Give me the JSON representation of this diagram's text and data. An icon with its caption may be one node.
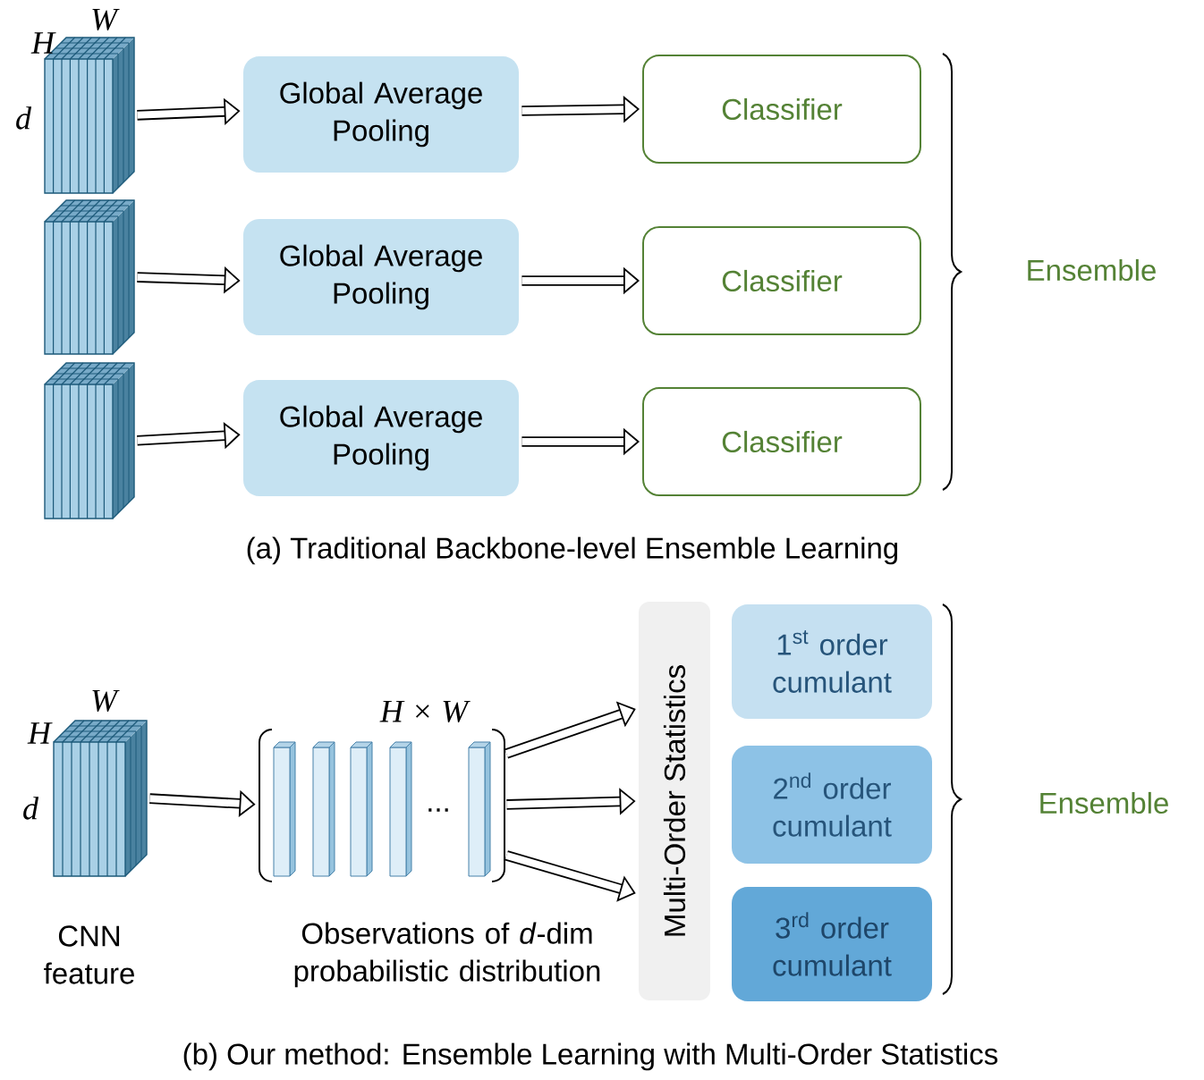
{
  "diagram": {
    "nodes": [
      {
        "text": [],
        "shape": "picture",
        "beside": [
          "W",
          "H",
          "d"
        ]
      },
      {
        "text": [
          "Global Average Pooling"
        ]
      },
      {
        "text": [
          "Classifier"
        ]
      },
      {
        "text": [],
        "shape": "picture"
      },
      {
        "text": [
          "Global Average Pooling"
        ]
      },
      {
        "text": [
          "Classifier"
        ]
      },
      {
        "text": [],
        "shape": "picture"
      },
      {
        "text": [
          "Global Average Pooling"
        ]
      },
      {
        "text": [
          "Classifier"
        ]
      },
      {
        "text": [],
        "shape": "picture",
        "beside": [
          "W",
          "H",
          "d",
          "CNN feature"
        ]
      },
      {
        "text": [
          "..."
        ],
        "beside": [
          "H × W",
          "Observations of *d*-dim probabilistic distribution"
        ]
      },
      {
        "text": [
          "Multi-Order Statistics"
        ]
      },
      {
        "text": [
          "1$^{st}$ order cumulant"
        ]
      },
      {
        "text": [
          "2$^{nd}$ order cumulant"
        ]
      },
      {
        "text": [
          "3$^{rd}$ order cumulant"
        ]
      }
    ],
    "edges": [
      {
        "from": 0,
        "to": 1,
        "arrow": "to"
      },
      {
        "from": 1,
        "to": 2,
        "arrow": "to"
      },
      {
        "from": 3,
        "to": 4,
        "arrow": "to"
      },
      {
        "from": 4,
        "to": 5,
        "arrow": "to"
      },
      {
        "from": 6,
        "to": 7,
        "arrow": "to"
      },
      {
        "from": 7,
        "to": 8,
        "arrow": "to"
      },
      {
        "from": 9,
        "to": 10,
        "arrow": "to"
      },
      {
        "from": 10,
        "to": 11,
        "arrow": "to"
      },
      {
        "from": 10,
        "to": 11,
        "arrow": "to"
      },
      {
        "from": 10,
        "to": 11,
        "arrow": "to"
      }
    ],
    "labels": [
      "Ensemble",
      "(a) Traditional Backbone-level Ensemble Learning",
      "Ensemble",
      "(b) Our method: Ensemble Learning with Multi-Order Statistics"
    ]
  }
}
